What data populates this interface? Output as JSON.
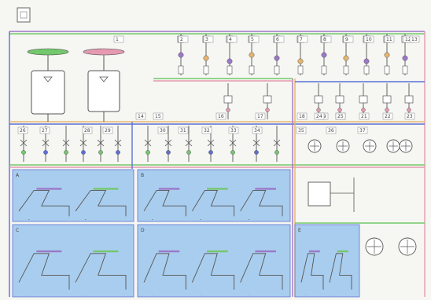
{
  "header": {
    "icon": "diagram-page-icon",
    "title": ""
  },
  "grid": {
    "top_labels": [
      "1",
      "2",
      "3",
      "4",
      "5",
      "6",
      "7",
      "8",
      "9",
      "10",
      "11",
      "12",
      "13"
    ],
    "row2_labels": [
      "14",
      "15",
      "16",
      "17",
      "18",
      "19",
      "20",
      "21",
      "22",
      "23",
      "24",
      "25"
    ],
    "row3_labels": [
      "26",
      "27",
      "28",
      "29",
      "30",
      "31",
      "32",
      "33",
      "34",
      "35",
      "36",
      "37"
    ]
  },
  "colors": {
    "background": "#f6f6f2",
    "panel_fill": "#a9cdee",
    "panel_fill_dark": "#9bc3ea",
    "pipe_blue": "#5b6fd6",
    "pipe_green": "#73c86b",
    "pipe_pink": "#e59ab0",
    "pipe_orange": "#e6b56e",
    "pipe_purple": "#9b78c8",
    "outline": "#555555",
    "machine_fill": "#ffffff"
  },
  "panels": [
    {
      "name": "panel-left-upper",
      "label": "A"
    },
    {
      "name": "panel-mid-upper",
      "label": "B"
    },
    {
      "name": "panel-left-lower",
      "label": "C"
    },
    {
      "name": "panel-mid-lower",
      "label": "D"
    },
    {
      "name": "panel-right-lower",
      "label": "E"
    }
  ]
}
